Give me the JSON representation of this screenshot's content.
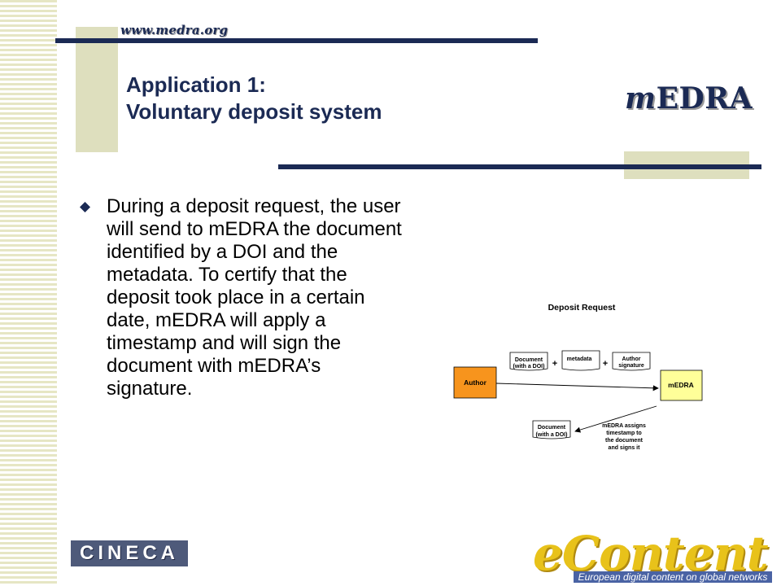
{
  "header": {
    "site_url": "www.medra.org",
    "title_line1": "Application 1:",
    "title_line2": "Voluntary deposit system",
    "logo_prefix": "m",
    "logo_suffix": "EDRA"
  },
  "body": {
    "bullet_text": "During a deposit request, the user will send to mEDRA the document identified by a DOI and the metadata. To certify that the deposit took place in a certain date, mEDRA will apply a timestamp and will sign the document with mEDRA’s signature."
  },
  "diagram": {
    "title": "Deposit Request",
    "author_box": "Author",
    "medra_box": "mEDRA",
    "doc1_line1": "Document",
    "doc1_line2": "(with a DOI)",
    "metadata": "metadata",
    "sig_line1": "Author",
    "sig_line2": "signature",
    "plus1": "+",
    "plus2": "+",
    "doc2_line1": "Document",
    "doc2_line2": "(with a DOI)",
    "assign_line1": "mEDRA assigns",
    "assign_line2": "timestamp to",
    "assign_line3": "the document",
    "assign_line4": "and signs it",
    "colors": {
      "author_fill": "#f7941d",
      "medra_fill": "#ffff99"
    }
  },
  "footer": {
    "cineca": "CINECA",
    "econtent_word": "eContent",
    "econtent_tagline": "European digital content on global networks"
  },
  "theme": {
    "navy": "#1b2a54",
    "olive": "#dedfbe"
  }
}
